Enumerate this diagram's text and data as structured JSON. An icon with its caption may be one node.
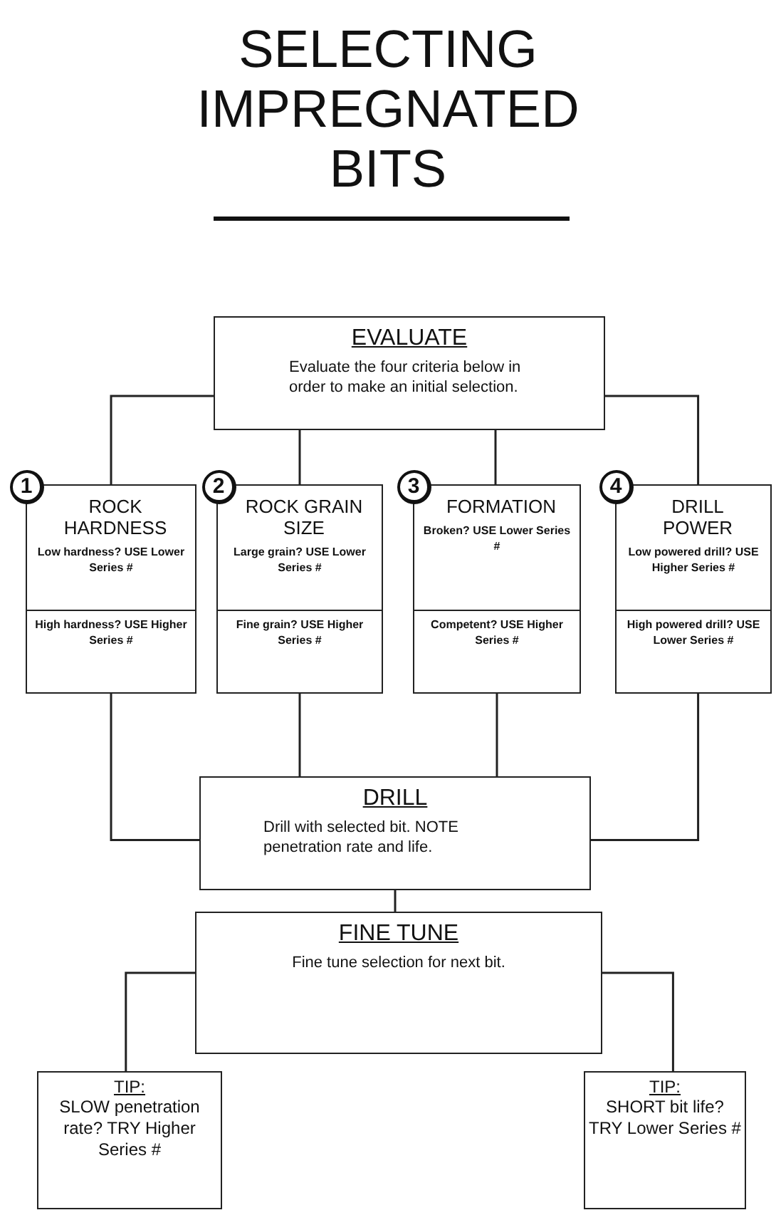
{
  "diagram": {
    "title": "SELECTING IMPREGNATED BITS",
    "nodes": [
      {
        "text": [
          "EVALUATE",
          "Evaluate the four criteria below in order to make an initial selection."
        ]
      },
      {
        "text": [
          "1"
        ]
      },
      {
        "text": [
          "ROCK HARDNESS",
          "Low hardness? USE Lower Series #",
          "High hardness? USE Higher Series #"
        ]
      },
      {
        "text": [
          "2"
        ]
      },
      {
        "text": [
          "ROCK GRAIN SIZE",
          "Large grain? USE Lower Series #",
          "Fine grain? USE Higher Series #"
        ]
      },
      {
        "text": [
          "3"
        ]
      },
      {
        "text": [
          "FORMATION",
          "Broken? USE Lower Series #",
          "Competent? USE Higher Series #"
        ]
      },
      {
        "text": [
          "4"
        ]
      },
      {
        "text": [
          "DRILL POWER",
          "Low powered drill? USE Higher Series #",
          "High powered drill? USE Lower Series #"
        ]
      },
      {
        "text": [
          "DRILL",
          "Drill with selected bit. NOTE penetration rate and life."
        ]
      },
      {
        "text": [
          "FINE TUNE",
          "Fine tune selection for next bit."
        ]
      },
      {
        "text": [
          "TIP:",
          "SLOW penetration rate? TRY Higher Series #"
        ]
      },
      {
        "text": [
          "TIP:",
          "SHORT bit life? TRY Lower Series #"
        ]
      }
    ],
    "edges": [
      {
        "from": 0,
        "to": 2,
        "arrow": "none"
      },
      {
        "from": 0,
        "to": 4,
        "arrow": "none"
      },
      {
        "from": 0,
        "to": 6,
        "arrow": "none"
      },
      {
        "from": 0,
        "to": 8,
        "arrow": "none"
      },
      {
        "from": 2,
        "to": 9,
        "arrow": "none"
      },
      {
        "from": 4,
        "to": 9,
        "arrow": "none"
      },
      {
        "from": 6,
        "to": 9,
        "arrow": "none"
      },
      {
        "from": 8,
        "to": 9,
        "arrow": "none"
      },
      {
        "from": 9,
        "to": 10,
        "arrow": "none"
      },
      {
        "from": 10,
        "to": 11,
        "arrow": "none"
      },
      {
        "from": 10,
        "to": 12,
        "arrow": "none"
      }
    ]
  }
}
